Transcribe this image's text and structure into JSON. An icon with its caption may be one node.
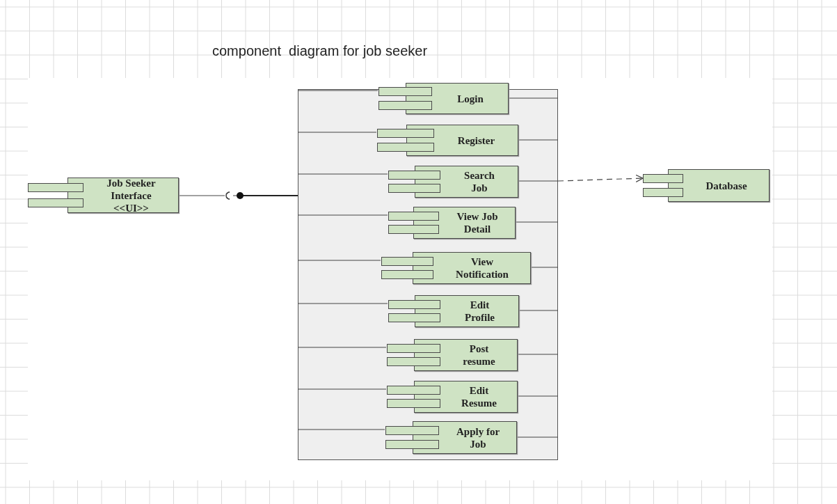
{
  "diagram": {
    "title": "component  diagram for job seeker",
    "nodes": [
      {
        "text": [
          "Job Seeker Interface <<UI>>"
        ]
      },
      {
        "text": [],
        "shape": "box"
      },
      {
        "text": [
          "Login"
        ],
        "in": 1
      },
      {
        "text": [
          "Register"
        ],
        "in": 1
      },
      {
        "text": [
          "Search Job"
        ],
        "in": 1
      },
      {
        "text": [
          "View Job Detail"
        ],
        "in": 1
      },
      {
        "text": [
          "View Notification"
        ],
        "in": 1
      },
      {
        "text": [
          "Edit Profile"
        ],
        "in": 1
      },
      {
        "text": [
          "Post resume"
        ],
        "in": 1
      },
      {
        "text": [
          "Edit Resume"
        ],
        "in": 1
      },
      {
        "text": [
          "Apply for Job"
        ],
        "in": 1
      },
      {
        "text": [
          "Database"
        ]
      }
    ],
    "edges": [
      {
        "from": 0,
        "to": 1,
        "arrow": "other"
      },
      {
        "from": 1,
        "to": 2,
        "arrow": "none"
      },
      {
        "from": 2,
        "to": 1,
        "arrow": "none"
      },
      {
        "from": 1,
        "to": 3,
        "arrow": "none"
      },
      {
        "from": 3,
        "to": 1,
        "arrow": "none"
      },
      {
        "from": 1,
        "to": 4,
        "arrow": "none"
      },
      {
        "from": 4,
        "to": 1,
        "arrow": "none"
      },
      {
        "from": 1,
        "to": 5,
        "arrow": "none"
      },
      {
        "from": 5,
        "to": 1,
        "arrow": "none"
      },
      {
        "from": 1,
        "to": 6,
        "arrow": "none"
      },
      {
        "from": 6,
        "to": 1,
        "arrow": "none"
      },
      {
        "from": 1,
        "to": 7,
        "arrow": "none"
      },
      {
        "from": 7,
        "to": 1,
        "arrow": "none"
      },
      {
        "from": 1,
        "to": 8,
        "arrow": "none"
      },
      {
        "from": 8,
        "to": 1,
        "arrow": "none"
      },
      {
        "from": 1,
        "to": 9,
        "arrow": "none"
      },
      {
        "from": 9,
        "to": 1,
        "arrow": "none"
      },
      {
        "from": 1,
        "to": 10,
        "arrow": "none"
      },
      {
        "from": 10,
        "to": 1,
        "arrow": "none"
      },
      {
        "from": 1,
        "to": 11,
        "arrow": "to",
        "style": "dashed"
      }
    ]
  }
}
